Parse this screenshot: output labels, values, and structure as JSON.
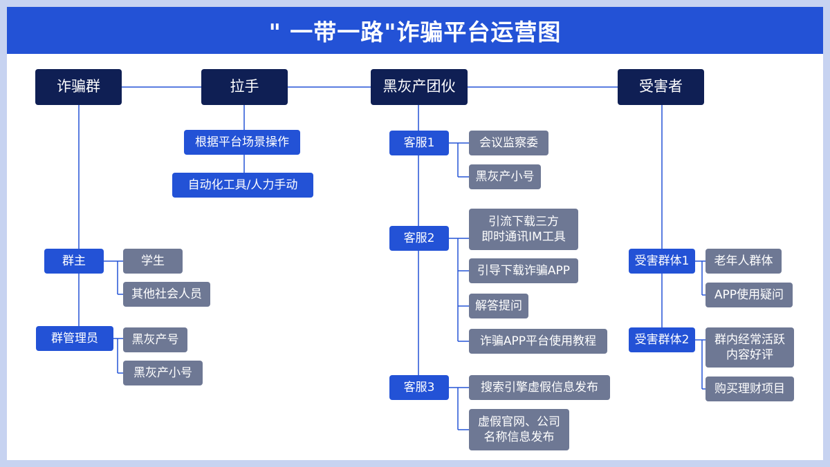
{
  "title": "\" 一带一路\"诈骗平台运营图",
  "colors": {
    "title_bar": "#2352d6",
    "top_node": "#0f1f54",
    "level2_node": "#2352d6",
    "leaf_node": "#6e7894",
    "connector": "#2352d6"
  },
  "columns": {
    "scam_group": {
      "label": "诈骗群",
      "children": [
        {
          "label": "群主",
          "leaves": [
            "学生",
            "其他社会人员"
          ]
        },
        {
          "label": "群管理员",
          "leaves": [
            "黑灰产号",
            "黑灰产小号"
          ]
        }
      ]
    },
    "recruiter": {
      "label": "拉手",
      "items": [
        "根据平台场景操作",
        "自动化工具/人力手动"
      ]
    },
    "gang": {
      "label": "黑灰产团伙",
      "children": [
        {
          "label": "客服1",
          "leaves": [
            "会议监察委",
            "黑灰产小号"
          ]
        },
        {
          "label": "客服2",
          "leaves": [
            "引流下载三方\n即时通讯IM工具",
            "引导下载诈骗APP",
            "解答提问",
            "诈骗APP平台使用教程"
          ]
        },
        {
          "label": "客服3",
          "leaves": [
            "搜索引擎虚假信息发布",
            "虚假官网、公司\n名称信息发布"
          ]
        }
      ]
    },
    "victims": {
      "label": "受害者",
      "children": [
        {
          "label": "受害群体1",
          "leaves": [
            "老年人群体",
            "APP使用疑问"
          ]
        },
        {
          "label": "受害群体2",
          "leaves": [
            "群内经常活跃\n内容好评",
            "购买理财项目"
          ]
        }
      ]
    }
  }
}
